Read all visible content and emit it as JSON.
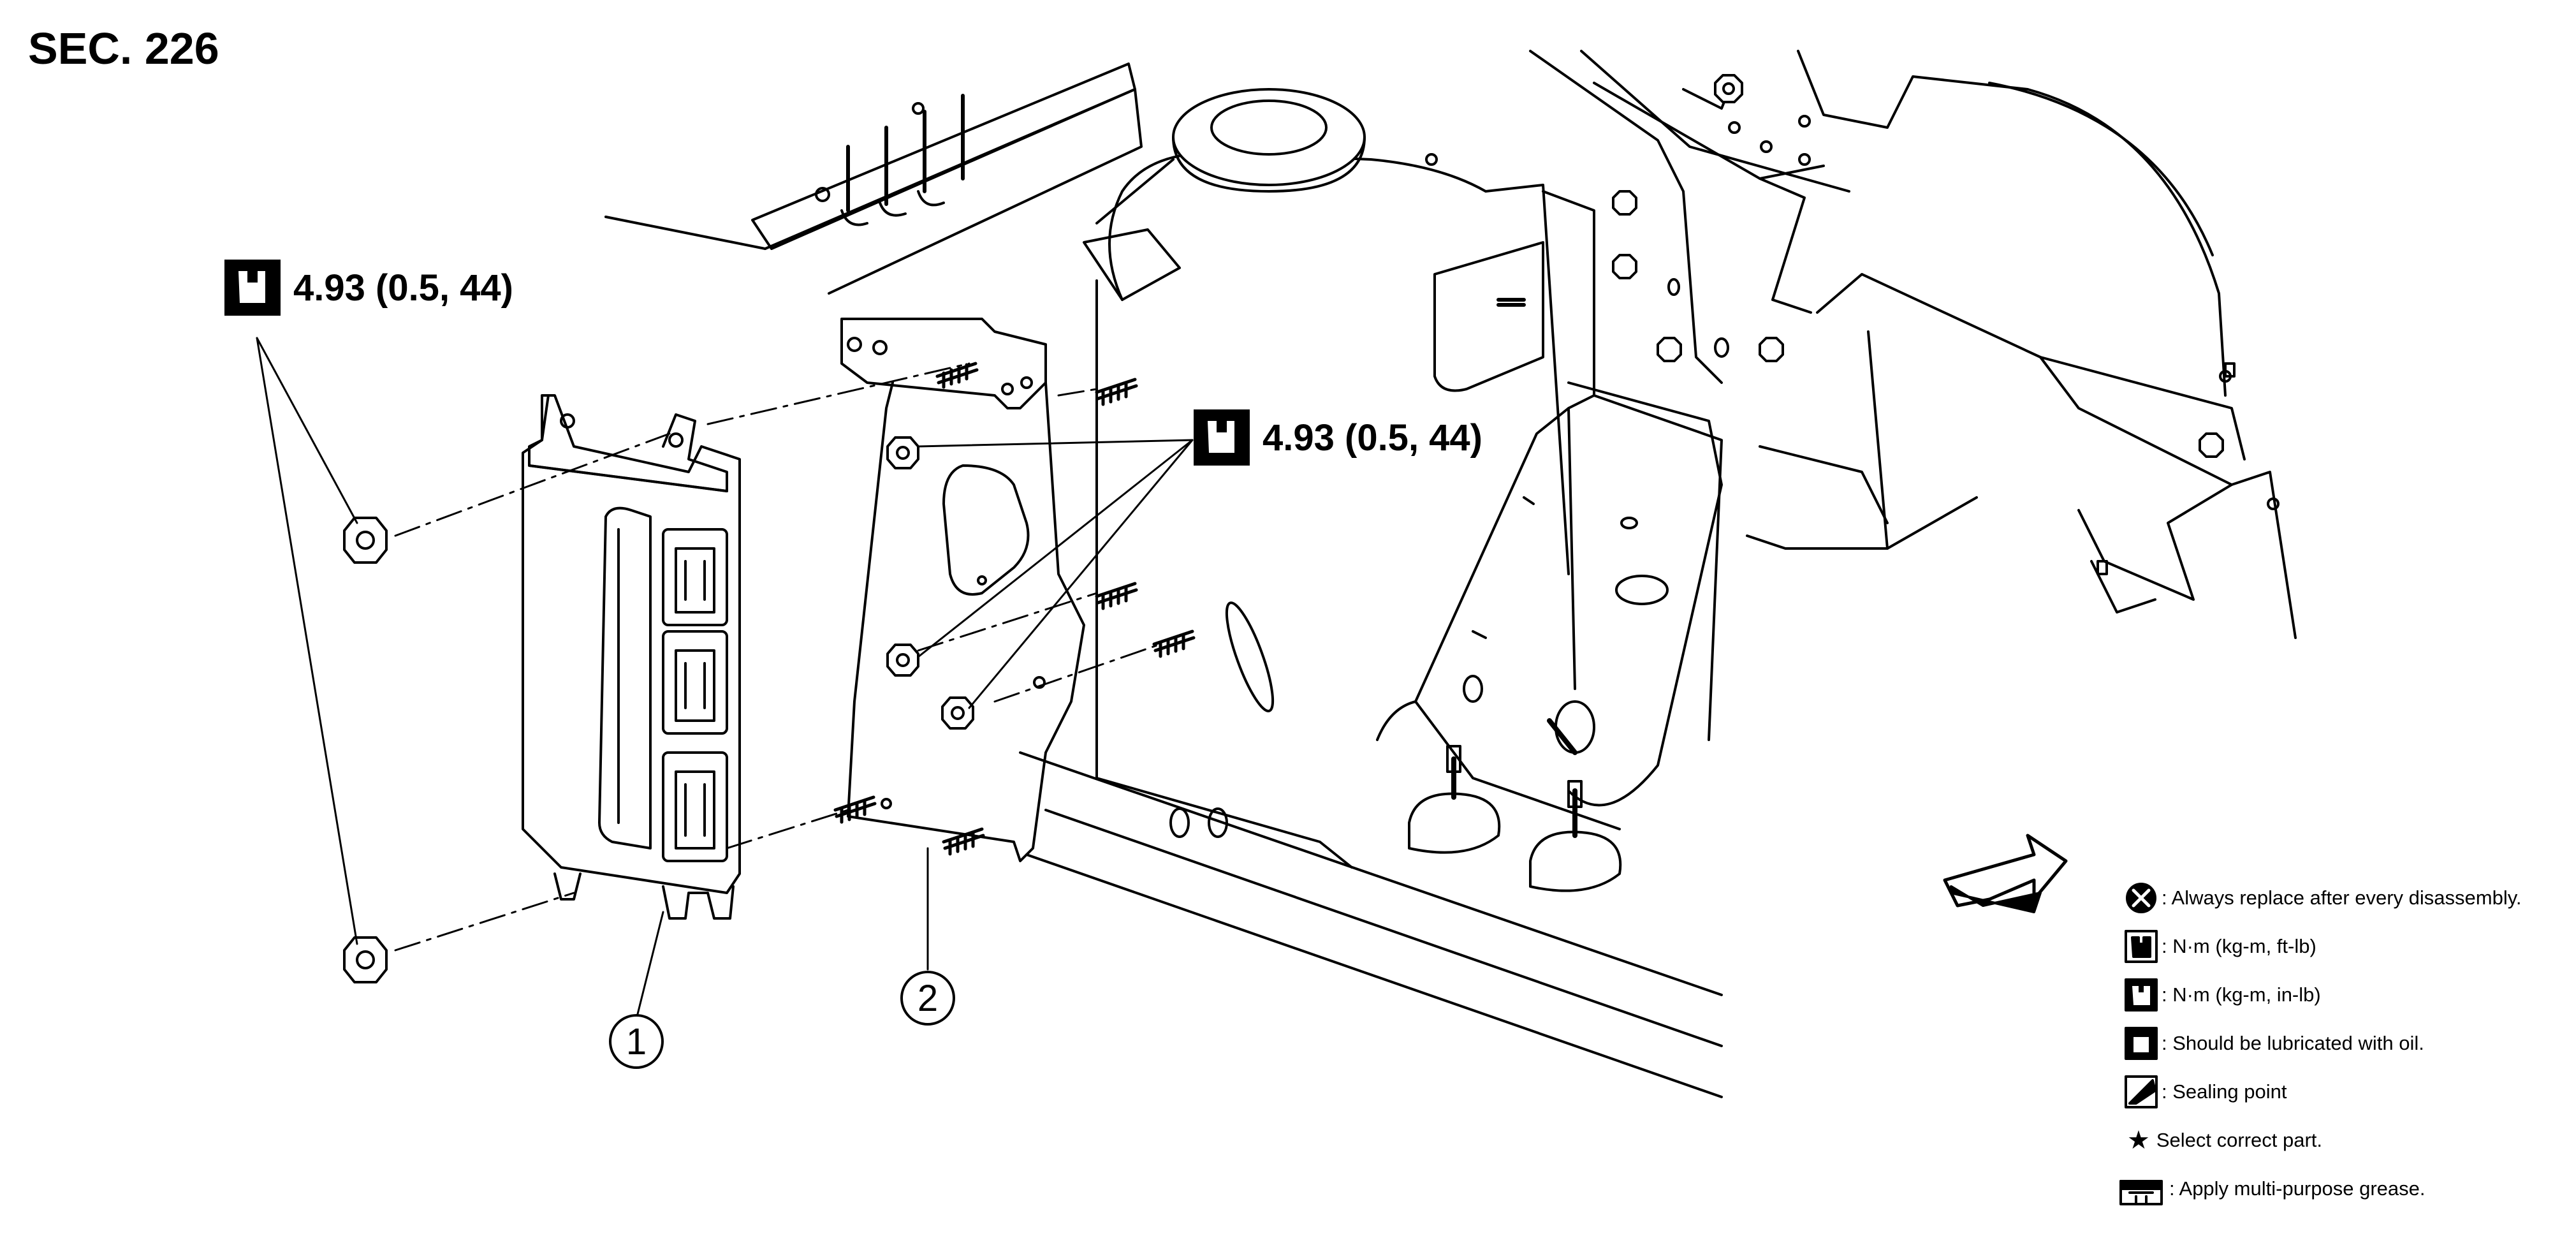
{
  "section": "SEC. 226",
  "torques": [
    {
      "value": "4.93 (0.5, 44)"
    },
    {
      "value": "4.93 (0.5, 44)"
    }
  ],
  "callouts": [
    "1",
    "2"
  ],
  "legend": [
    {
      "icon": "replace-x-icon",
      "text": ": Always replace after every disassembly."
    },
    {
      "icon": "torque-ftlb-icon",
      "text": ": N·m (kg-m, ft-lb)"
    },
    {
      "icon": "torque-inlb-icon",
      "text": ": N·m (kg-m, in-lb)"
    },
    {
      "icon": "oil-can-icon",
      "text": ": Should be lubricated with oil."
    },
    {
      "icon": "sealing-icon",
      "text": ": Sealing point"
    },
    {
      "icon": "star-icon",
      "text": "Select correct part."
    },
    {
      "icon": "grease-icon",
      "text": ": Apply multi-purpose grease."
    }
  ]
}
